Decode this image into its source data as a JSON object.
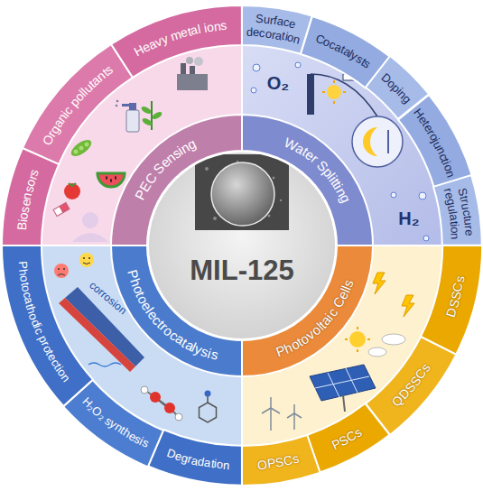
{
  "diagram": {
    "nodes": [
      {
        "text": [
          "MIL-125"
        ]
      },
      {
        "text": [
          "PEC Sensing"
        ]
      },
      {
        "text": [
          "Water Splitting"
        ]
      },
      {
        "text": [
          "Photovoltaic Cells"
        ]
      },
      {
        "text": [
          "Photoelectrocatalysis"
        ]
      },
      {
        "text": [
          "Biosensors"
        ]
      },
      {
        "text": [
          "Organic pollutants"
        ]
      },
      {
        "text": [
          "Heavy metal ions"
        ]
      },
      {
        "text": [
          "Surface decoration"
        ]
      },
      {
        "text": [
          "Cocatalysts"
        ]
      },
      {
        "text": [
          "Doping"
        ]
      },
      {
        "text": [
          "Heterojunction"
        ]
      },
      {
        "text": [
          "Structure regulation"
        ]
      },
      {
        "text": [
          "DSSCs"
        ]
      },
      {
        "text": [
          "QDSSCs"
        ]
      },
      {
        "text": [
          "PSCs"
        ]
      },
      {
        "text": [
          "OPSCs"
        ]
      },
      {
        "text": [
          "Degradation"
        ]
      },
      {
        "text": [
          "H₂O₂ synthesis"
        ]
      },
      {
        "text": [
          "Photocathodic protection"
        ]
      }
    ],
    "labels": [
      "O₂",
      "H₂",
      "corrosion"
    ]
  }
}
